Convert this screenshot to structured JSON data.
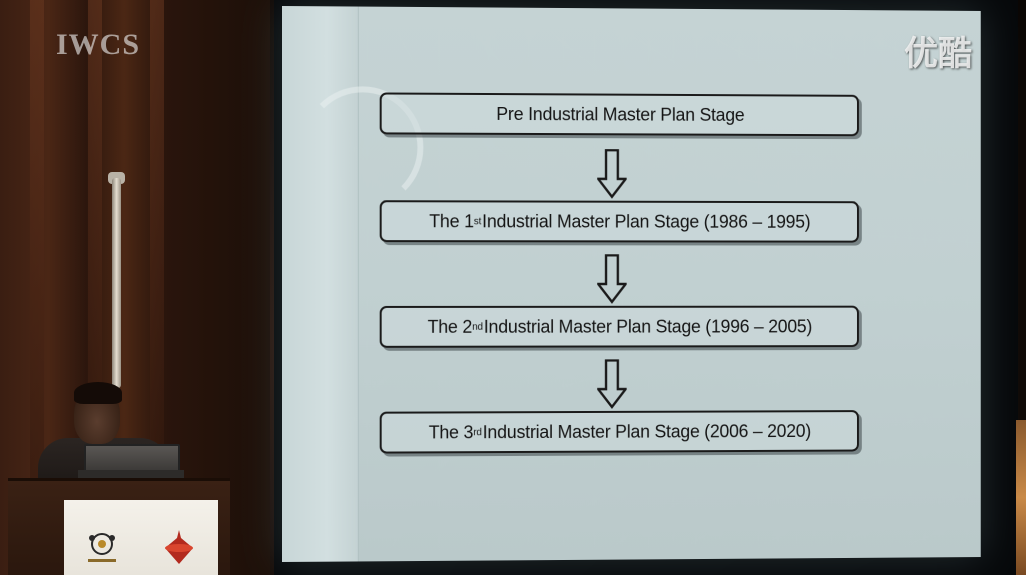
{
  "watermarks": {
    "left": "IWCS",
    "right": "优酷"
  },
  "slide": {
    "stages": [
      {
        "prefix": "Pre Industrial Master Plan Stage",
        "ordinal": "",
        "suffix": ""
      },
      {
        "prefix": "The 1",
        "ordinal": "st",
        "suffix": " Industrial Master Plan Stage (1986 – 1995)"
      },
      {
        "prefix": "The 2",
        "ordinal": "nd",
        "suffix": " Industrial Master Plan Stage (1996 – 2005)"
      },
      {
        "prefix": "The 3",
        "ordinal": "rd",
        "suffix": " Industrial Master Plan Stage (2006 – 2020)"
      }
    ],
    "arrow_icon": "down-arrow-icon"
  },
  "colors": {
    "slide_background": "#c3d1d2",
    "box_border": "#1a1a1a",
    "wall_wood": "#4a2615"
  }
}
